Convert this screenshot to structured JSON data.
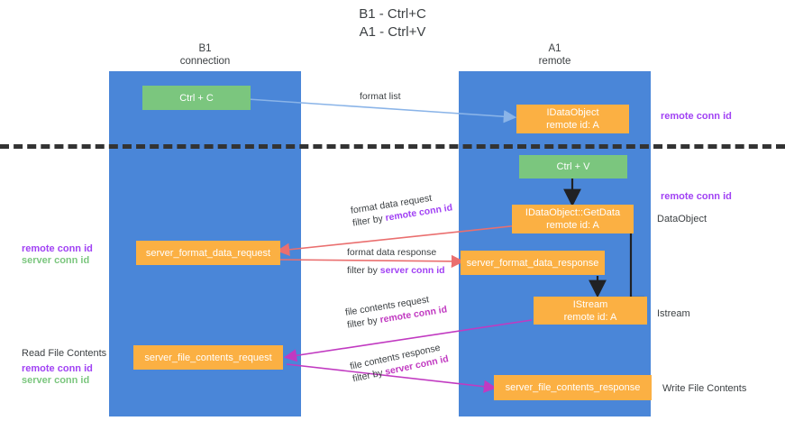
{
  "title": "B1 - Ctrl+C\nA1 - Ctrl+V",
  "colors": {
    "lane": "#4a86d8",
    "node_green": "#7bc67e",
    "node_orange": "#fbb043",
    "remote_conn_id": "#a142f4",
    "server_conn_id": "#7bc67e",
    "arrow_blue": "#8ab4e8",
    "arrow_red": "#ea6f6f",
    "arrow_magenta": "#c13ac1",
    "arrow_black": "#202124",
    "separator": "#333333"
  },
  "lanes": [
    {
      "id": "b1",
      "title": "B1\nconnection"
    },
    {
      "id": "a1",
      "title": "A1\nremote"
    }
  ],
  "nodes": [
    {
      "id": "ctrl-c",
      "label": "Ctrl + C",
      "style": "green"
    },
    {
      "id": "idataobject",
      "label": "IDataObject\nremote id: A",
      "style": "orange"
    },
    {
      "id": "ctrl-v",
      "label": "Ctrl + V",
      "style": "green"
    },
    {
      "id": "idataobject-getdata",
      "label": "IDataObject::GetData\nremote id: A",
      "style": "orange"
    },
    {
      "id": "server-format-data-request",
      "label": "server_format_data_request",
      "style": "orange"
    },
    {
      "id": "server-format-data-response",
      "label": "server_format_data_response",
      "style": "orange"
    },
    {
      "id": "istream",
      "label": "IStream\nremote id: A",
      "style": "orange"
    },
    {
      "id": "server-file-contents-request",
      "label": "server_file_contents_request",
      "style": "orange"
    },
    {
      "id": "server-file-contents-response",
      "label": "server_file_contents_response",
      "style": "orange"
    }
  ],
  "side_labels": {
    "right_remote_conn_id_top": "remote conn id",
    "right_remote_conn_id_mid": "remote conn id",
    "right_dataobject": "DataObject",
    "right_istream": "Istream",
    "right_write_file_contents": "Write File Contents",
    "left_remote_conn_id_mid": "remote conn id",
    "left_server_conn_id_mid": "server conn id",
    "left_read_file_contents": "Read File Contents",
    "left_remote_conn_id_bottom": "remote conn id",
    "left_server_conn_id_bottom": "server conn id"
  },
  "edges": [
    {
      "id": "format-list",
      "caption_line1": "format list",
      "caption_line2": "",
      "caption_line2_accent": "",
      "color": "#8ab4e8"
    },
    {
      "id": "format-data-request",
      "caption_line1": "format data request",
      "caption_line2_prefix": "filter by ",
      "caption_line2_accent": "remote conn id",
      "accent_color": "#a142f4",
      "color": "#ea6f6f"
    },
    {
      "id": "format-data-response",
      "caption_line1": "format data response",
      "caption_line2_prefix": "filter by ",
      "caption_line2_accent": "server conn id",
      "accent_color": "#a142f4",
      "color": "#ea6f6f"
    },
    {
      "id": "file-contents-request",
      "caption_line1": "file contents request",
      "caption_line2_prefix": "filter by ",
      "caption_line2_accent": "remote conn id",
      "accent_color": "#c13ac1",
      "color": "#c13ac1"
    },
    {
      "id": "file-contents-response",
      "caption_line1": "file contents response",
      "caption_line2_prefix": "filter by ",
      "caption_line2_accent": "server conn id",
      "accent_color": "#c13ac1",
      "color": "#c13ac1"
    }
  ]
}
